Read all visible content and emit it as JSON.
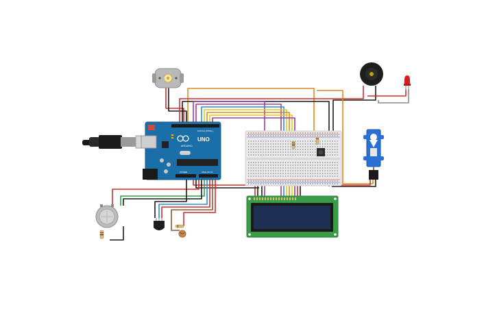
{
  "arduino": {
    "brand": "UNO",
    "maker": "ARDUINO",
    "digital_label": "DIGITAL (PWM~)",
    "power_label": "POWER",
    "analog_label": "ANALOG IN"
  },
  "colors": {
    "board": "#1b6fa8",
    "lcd_pcb": "#3a9a48",
    "lcd_screen": "#1f2f52",
    "breadboard": "#e9e9e9",
    "wire_red": "#d62a2a",
    "wire_black": "#1a1a1a",
    "wire_orange": "#e08a1c",
    "wire_yellow": "#e6c619",
    "wire_purple": "#a03aa0",
    "wire_blue": "#2a8fd6",
    "wire_green": "#2aa04a",
    "wire_gray": "#8a8a8a",
    "wire_brown": "#8a5a2a"
  },
  "components": [
    "dc-motor",
    "piezo-buzzer",
    "red-led",
    "servo-motor",
    "breadboard",
    "pushbutton",
    "lcd-16x2",
    "gas-sensor",
    "temperature-sensor",
    "photoresistor",
    "usb-cable",
    "resistor"
  ]
}
